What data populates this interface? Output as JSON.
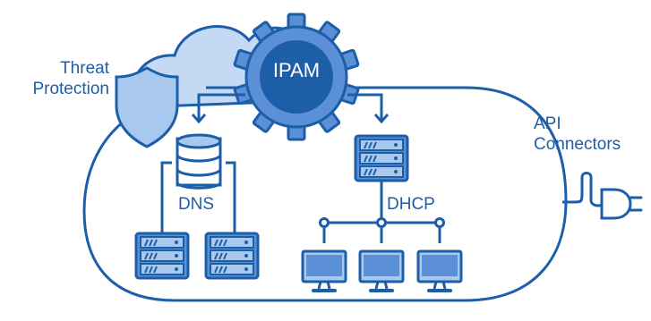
{
  "labels": {
    "threat_protection": [
      "Threat",
      "Protection"
    ],
    "api_connectors": [
      "API",
      "Connectors"
    ],
    "ipam": "IPAM",
    "dns": "DNS",
    "dhcp": "DHCP"
  },
  "colors": {
    "outline": "#1d5ea8",
    "fill_light": "#a9c8ee",
    "fill_mid": "#5b8fd6",
    "cloud_fill": "#c4d9f3",
    "background": "#ffffff"
  },
  "icons": {
    "cloud": "cloud-icon",
    "shield": "shield-icon",
    "gear": "gear-icon",
    "database": "database-icon",
    "server": "server-icon",
    "monitor": "monitor-icon",
    "plug": "plug-icon"
  }
}
